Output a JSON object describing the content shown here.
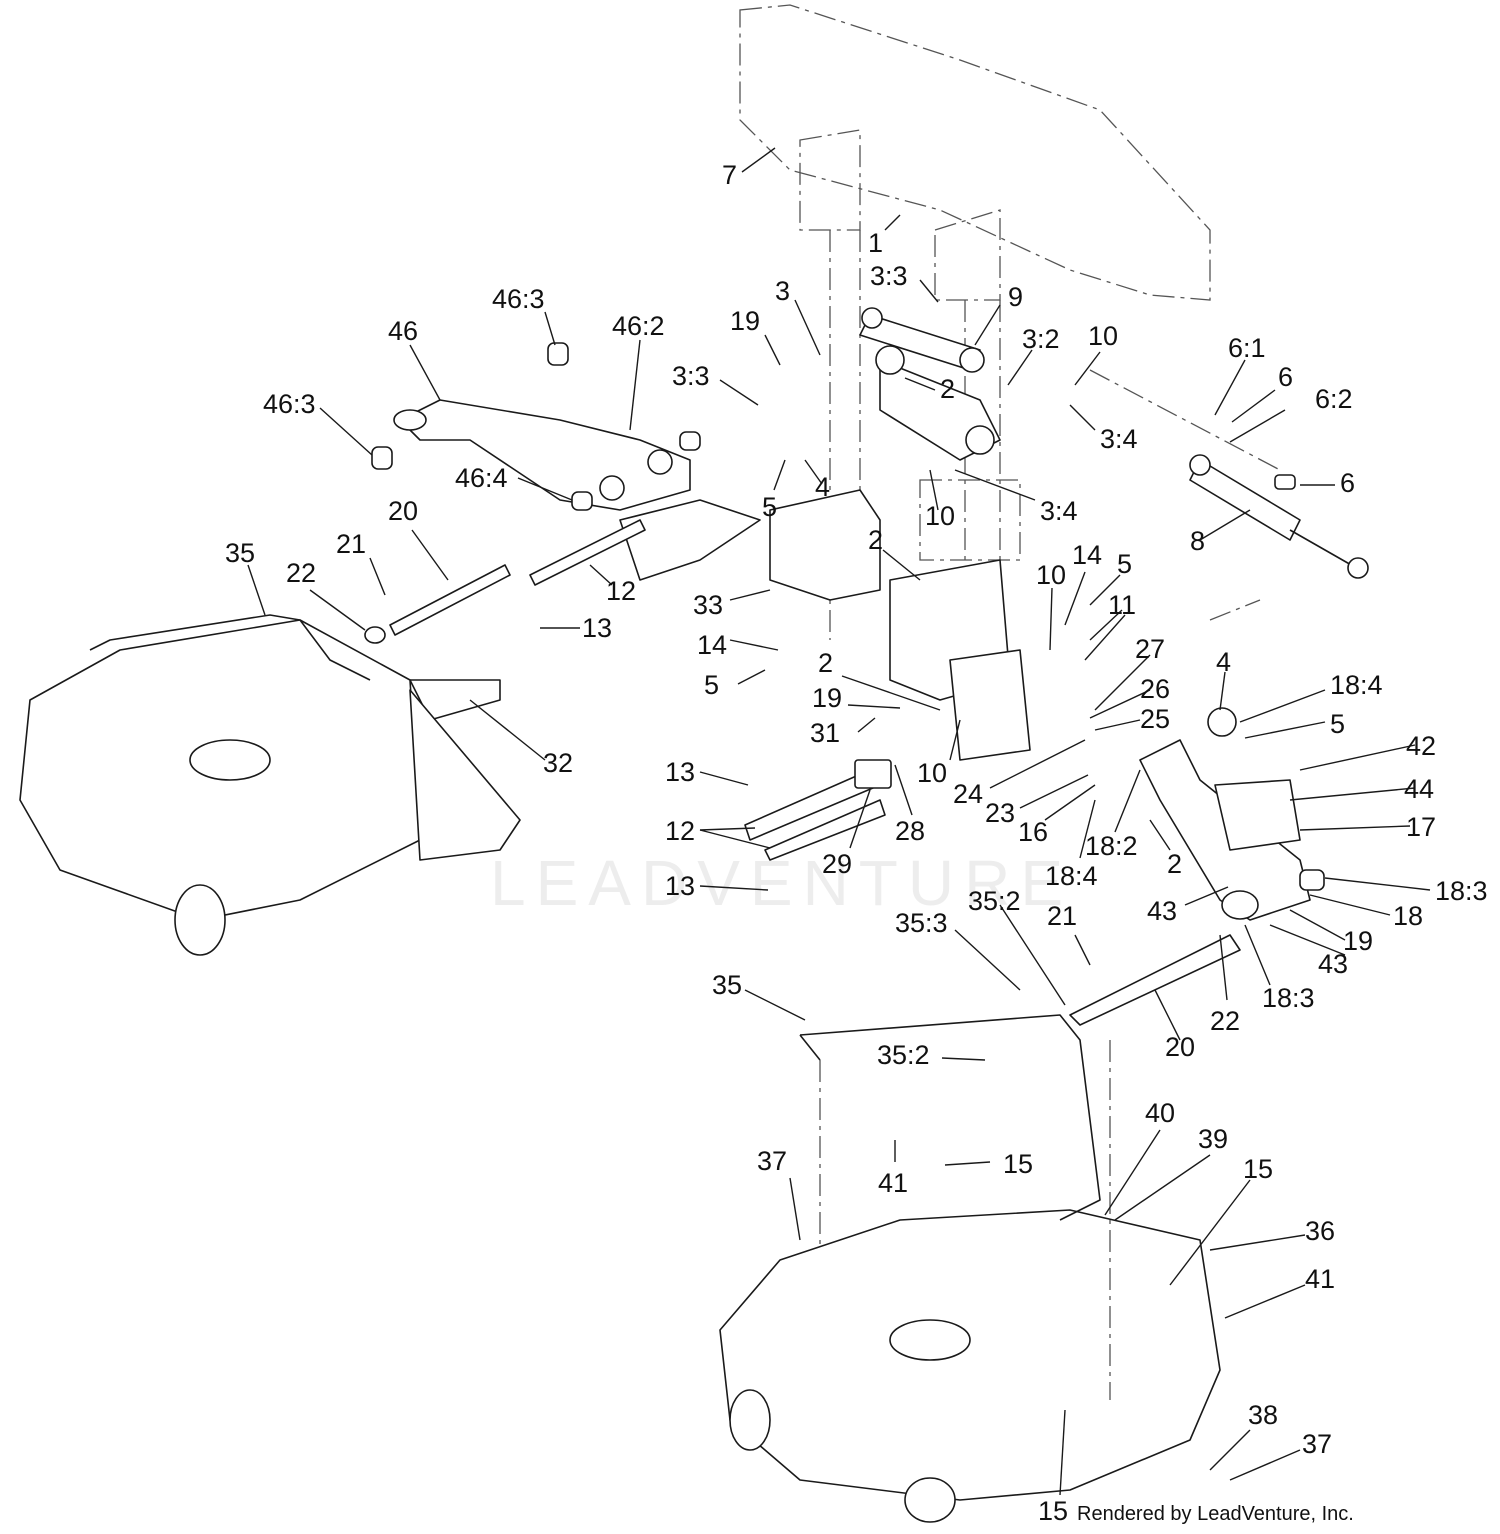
{
  "watermark_text": "LEADVENTURE",
  "credit_text": "Rendered by LeadVenture, Inc.",
  "callouts": [
    {
      "label": "7"
    },
    {
      "label": "1"
    },
    {
      "label": "3:3"
    },
    {
      "label": "9"
    },
    {
      "label": "3"
    },
    {
      "label": "19"
    },
    {
      "label": "3:2"
    },
    {
      "label": "10"
    },
    {
      "label": "46:3"
    },
    {
      "label": "46"
    },
    {
      "label": "46:2"
    },
    {
      "label": "3:3"
    },
    {
      "label": "2"
    },
    {
      "label": "3:4"
    },
    {
      "label": "46:3"
    },
    {
      "label": "46:4"
    },
    {
      "label": "5"
    },
    {
      "label": "4"
    },
    {
      "label": "10"
    },
    {
      "label": "3:4"
    },
    {
      "label": "6:1"
    },
    {
      "label": "6"
    },
    {
      "label": "6:2"
    },
    {
      "label": "6"
    },
    {
      "label": "8"
    },
    {
      "label": "20"
    },
    {
      "label": "35"
    },
    {
      "label": "21"
    },
    {
      "label": "22"
    },
    {
      "label": "2"
    },
    {
      "label": "12"
    },
    {
      "label": "33"
    },
    {
      "label": "13"
    },
    {
      "label": "14"
    },
    {
      "label": "10"
    },
    {
      "label": "14"
    },
    {
      "label": "5"
    },
    {
      "label": "11"
    },
    {
      "label": "27"
    },
    {
      "label": "5"
    },
    {
      "label": "2"
    },
    {
      "label": "26"
    },
    {
      "label": "4"
    },
    {
      "label": "18:4"
    },
    {
      "label": "19"
    },
    {
      "label": "25"
    },
    {
      "label": "5"
    },
    {
      "label": "31"
    },
    {
      "label": "32"
    },
    {
      "label": "10"
    },
    {
      "label": "24"
    },
    {
      "label": "42"
    },
    {
      "label": "13"
    },
    {
      "label": "23"
    },
    {
      "label": "44"
    },
    {
      "label": "16"
    },
    {
      "label": "17"
    },
    {
      "label": "12"
    },
    {
      "label": "28"
    },
    {
      "label": "18:2"
    },
    {
      "label": "29"
    },
    {
      "label": "2"
    },
    {
      "label": "18:4"
    },
    {
      "label": "13"
    },
    {
      "label": "18:3"
    },
    {
      "label": "43"
    },
    {
      "label": "18"
    },
    {
      "label": "35:2"
    },
    {
      "label": "35:3"
    },
    {
      "label": "21"
    },
    {
      "label": "19"
    },
    {
      "label": "43"
    },
    {
      "label": "35"
    },
    {
      "label": "22"
    },
    {
      "label": "18:3"
    },
    {
      "label": "20"
    },
    {
      "label": "35:2"
    },
    {
      "label": "40"
    },
    {
      "label": "39"
    },
    {
      "label": "15"
    },
    {
      "label": "37"
    },
    {
      "label": "41"
    },
    {
      "label": "15"
    },
    {
      "label": "36"
    },
    {
      "label": "41"
    },
    {
      "label": "38"
    },
    {
      "label": "37"
    },
    {
      "label": "15"
    }
  ]
}
